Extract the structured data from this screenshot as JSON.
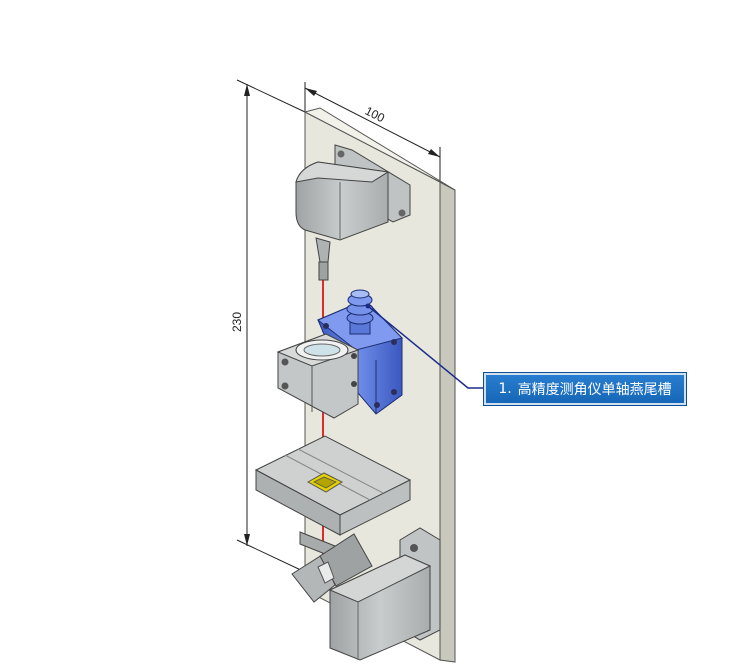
{
  "dimensions": {
    "width_label": "100",
    "height_label": "230"
  },
  "callout": {
    "number": "1.",
    "label": "高精度测角仪单轴燕尾槽"
  },
  "colors": {
    "plate": "#e7e7dd",
    "metal": "#b9bcbc",
    "accent_blue": "#4a6ad0",
    "laser": "#d40000",
    "sample": "#e6d200",
    "callout": "#1f72c4"
  }
}
